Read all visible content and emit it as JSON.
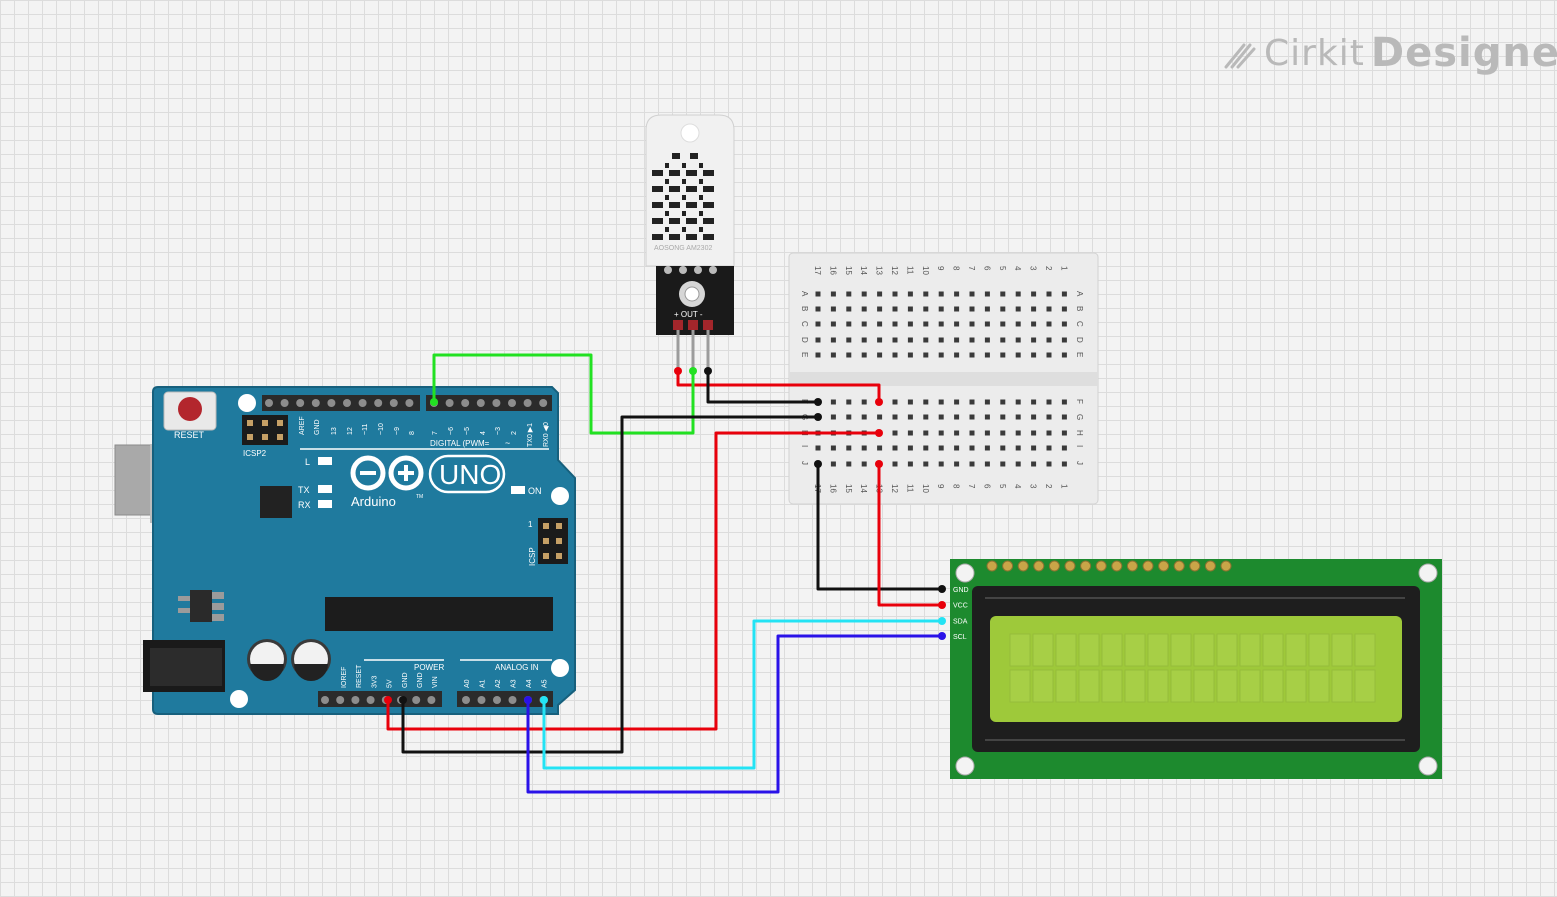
{
  "brand": {
    "name_light": "Cirkit",
    "name_bold": "Designer",
    "icon": "pencil-lines-icon"
  },
  "arduino": {
    "reset": "RESET",
    "icsp2": "ICSP2",
    "icsp": "ICSP",
    "icsp_pin1": "1",
    "digital_header": "DIGITAL (PWM= ",
    "tilde": "~",
    "uno": "UNO",
    "brand": "Arduino",
    "tm": "TM",
    "led_l": "L",
    "led_tx": "TX",
    "led_rx": "RX",
    "led_on": "ON",
    "power": "POWER",
    "analog_in": "ANALOG IN",
    "digital_pins": [
      "AREF",
      "GND",
      "13",
      "12",
      "~11",
      "~10",
      "~9",
      "8",
      "7",
      "~6",
      "~5",
      "4",
      "~3",
      "2",
      "TX0 ▶1",
      "RX0 ◀0"
    ],
    "power_pins": [
      "IOREF",
      "RESET",
      "3V3",
      "5V",
      "GND",
      "GND",
      "VIN"
    ],
    "analog_pins": [
      "A0",
      "A1",
      "A2",
      "A3",
      "A4",
      "A5"
    ]
  },
  "sensor": {
    "label": "AOSONG AM2302",
    "pins": "+ OUT -"
  },
  "breadboard": {
    "numbers": [
      "17",
      "16",
      "15",
      "14",
      "13",
      "12",
      "11",
      "10",
      "9",
      "8",
      "7",
      "6",
      "5",
      "4",
      "3",
      "2",
      "1"
    ],
    "rows_top": [
      "A",
      "B",
      "C",
      "D",
      "E"
    ],
    "rows_bottom": [
      "F",
      "G",
      "H",
      "I",
      "J"
    ]
  },
  "lcd": {
    "pins": [
      "GND",
      "VCC",
      "SDA",
      "SCL"
    ]
  },
  "colors": {
    "red": "#e8000b",
    "black": "#111111",
    "green": "#22e122",
    "cyan": "#23e3f4",
    "blue": "#2a12e8",
    "board": "#1f7a9e",
    "lcd_pcb": "#1d8a2e",
    "lcd_screen": "#9ec93a"
  }
}
